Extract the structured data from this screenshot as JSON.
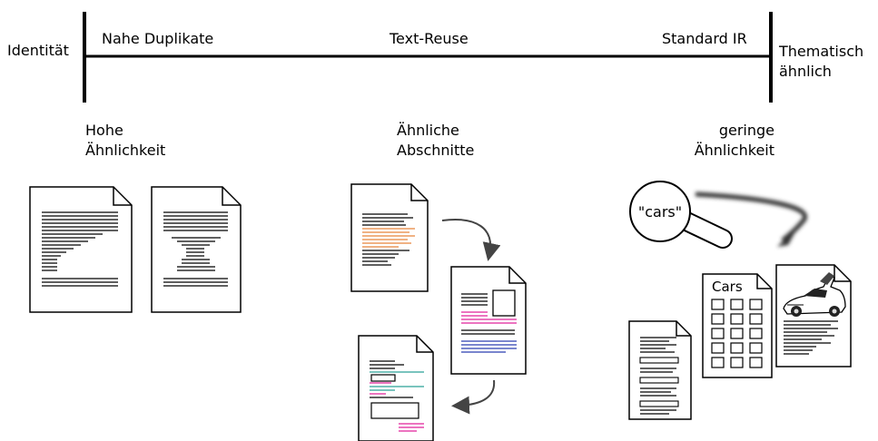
{
  "axis": {
    "left_end": "Identität",
    "right_end_line1": "Thematisch",
    "right_end_line2": "ähnlich",
    "segments": [
      "Nahe Duplikate",
      "Text-Reuse",
      "Standard IR"
    ]
  },
  "captions": {
    "high": [
      "Hohe",
      "Ähnlichkeit"
    ],
    "mid": [
      "Ähnliche",
      "Abschnitte"
    ],
    "low": [
      "geringe",
      "Ähnlichkeit"
    ]
  },
  "query": "\"cars\"",
  "cars_label": "Cars",
  "colors": {
    "orange": "#e8833a",
    "teal": "#2aa198",
    "magenta": "#e0209a",
    "blue": "#2a3fb0",
    "black": "#000000"
  },
  "icons": [
    "document-icon",
    "magnifier-icon",
    "arrow-icon",
    "car-icon"
  ]
}
